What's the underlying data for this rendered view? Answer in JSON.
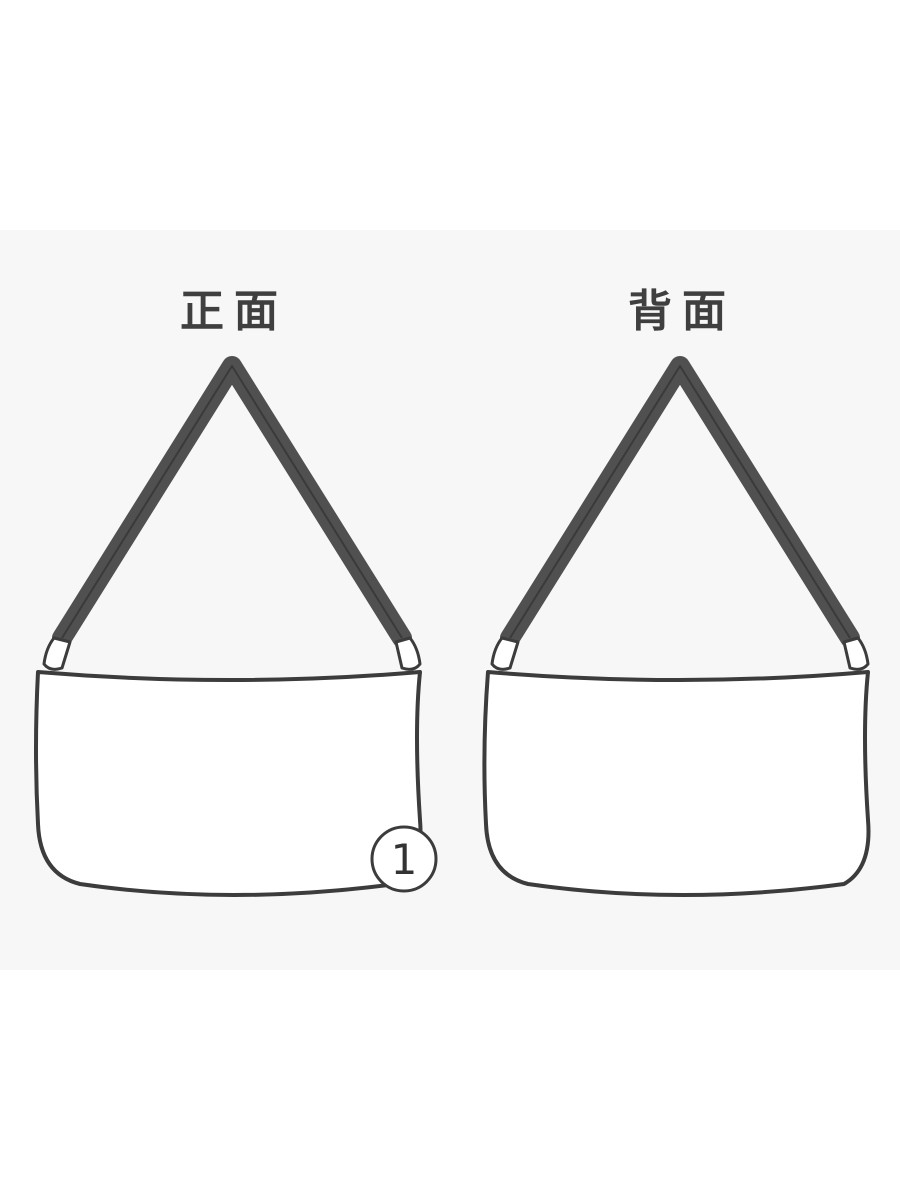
{
  "views": {
    "front": {
      "label": "正面"
    },
    "back": {
      "label": "背面"
    }
  },
  "callouts": [
    {
      "view": "front",
      "number": "1"
    }
  ],
  "colors": {
    "background_band": "#f7f7f7",
    "strap": "#505050",
    "outline": "#3c3c3c",
    "label_text": "#3f3f3f"
  }
}
